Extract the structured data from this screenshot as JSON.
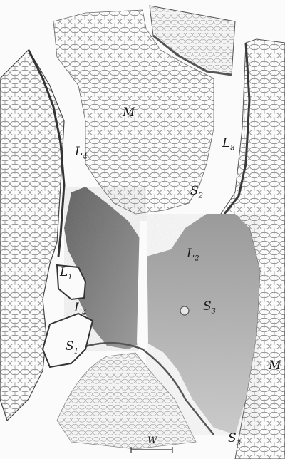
{
  "figure": {
    "labels": {
      "M_top": "M",
      "M_right": "M",
      "L4_left": "L",
      "L4_left_sub": "4",
      "L8_right": "L",
      "L8_right_sub": "8",
      "S2": "S",
      "S2_sub": "2",
      "L2": "L",
      "L2_sub": "2",
      "L1": "L",
      "L1_sub": "1",
      "L4_lower": "L",
      "L4_lower_sub": "4",
      "S3_center": "S",
      "S3_center_sub": "3",
      "S1": "S",
      "S1_sub": "1",
      "S3_bottom": "S",
      "S3_bottom_sub": "3",
      "W": "W"
    },
    "colors": {
      "paper": "#fbfbfb",
      "cell_line": "#8a8a8a",
      "dark_tissue": "#6f6f6f",
      "mid_tissue": "#a9a9a9",
      "light_tissue": "#c9c9c9"
    }
  }
}
